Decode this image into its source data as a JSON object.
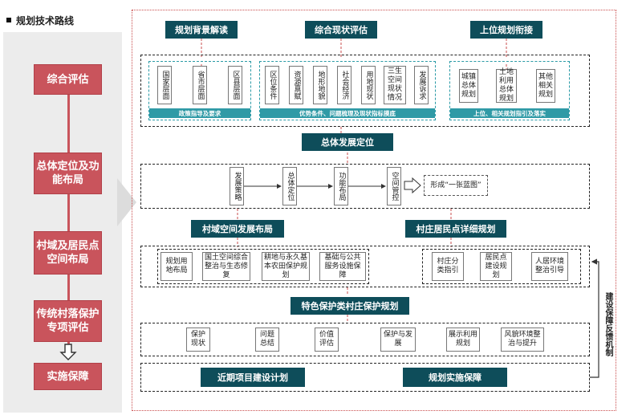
{
  "page": {
    "title": "规划技术路线"
  },
  "left_steps": [
    {
      "label": "综合评估"
    },
    {
      "label": "总体定位及功能布局"
    },
    {
      "label": "村域及居民点空间布局"
    },
    {
      "label": "传统村落保护专项评估"
    },
    {
      "label": "实施保障"
    }
  ],
  "top_headers": [
    "规划背景解读",
    "综合现状评估",
    "上位规划衔接"
  ],
  "group1": {
    "cells": [
      "国家层面",
      "省市层面",
      "区县层面"
    ],
    "caption": "政策指导及要求"
  },
  "group2": {
    "cells": [
      "区位条件",
      "资源禀赋",
      "地形地貌",
      "社会经济",
      "用地现状",
      "三生空间现状情况",
      "发展诉求"
    ],
    "caption": "优势条件、问题梳理及现状指标摸底"
  },
  "group3": {
    "cells": [
      "城镇总体规划",
      "土地利用总体规划",
      "其他相关规划"
    ],
    "caption": "上位、相关规划指引及落实"
  },
  "overall_header": "总体发展定位",
  "flow_cells": [
    "发展策略",
    "总体定位",
    "功能布局",
    "空间管控"
  ],
  "flow_result": "形成“一张蓝图”",
  "mid_headers": [
    "村域空间发展布局",
    "村庄居民点详细规划"
  ],
  "village_cells": [
    "规划用地布局",
    "国土空间综合整治与生态修复",
    "耕地与永久基本农田保护规划",
    "基础与公共服务设施保障"
  ],
  "settlement_cells": [
    "村庄分类指引",
    "居民点建设规划",
    "人居环境整治引导"
  ],
  "protect_header": "特色保护类村庄保护规划",
  "protect_cells": [
    "保护现状",
    "问题总结",
    "价值评估",
    "保护与发展",
    "展示利用规划",
    "风貌环境整治与提升"
  ],
  "bottom_headers": [
    "近期项目建设计划",
    "规划实施保障"
  ],
  "side_label": "建设保障反馈机制"
}
